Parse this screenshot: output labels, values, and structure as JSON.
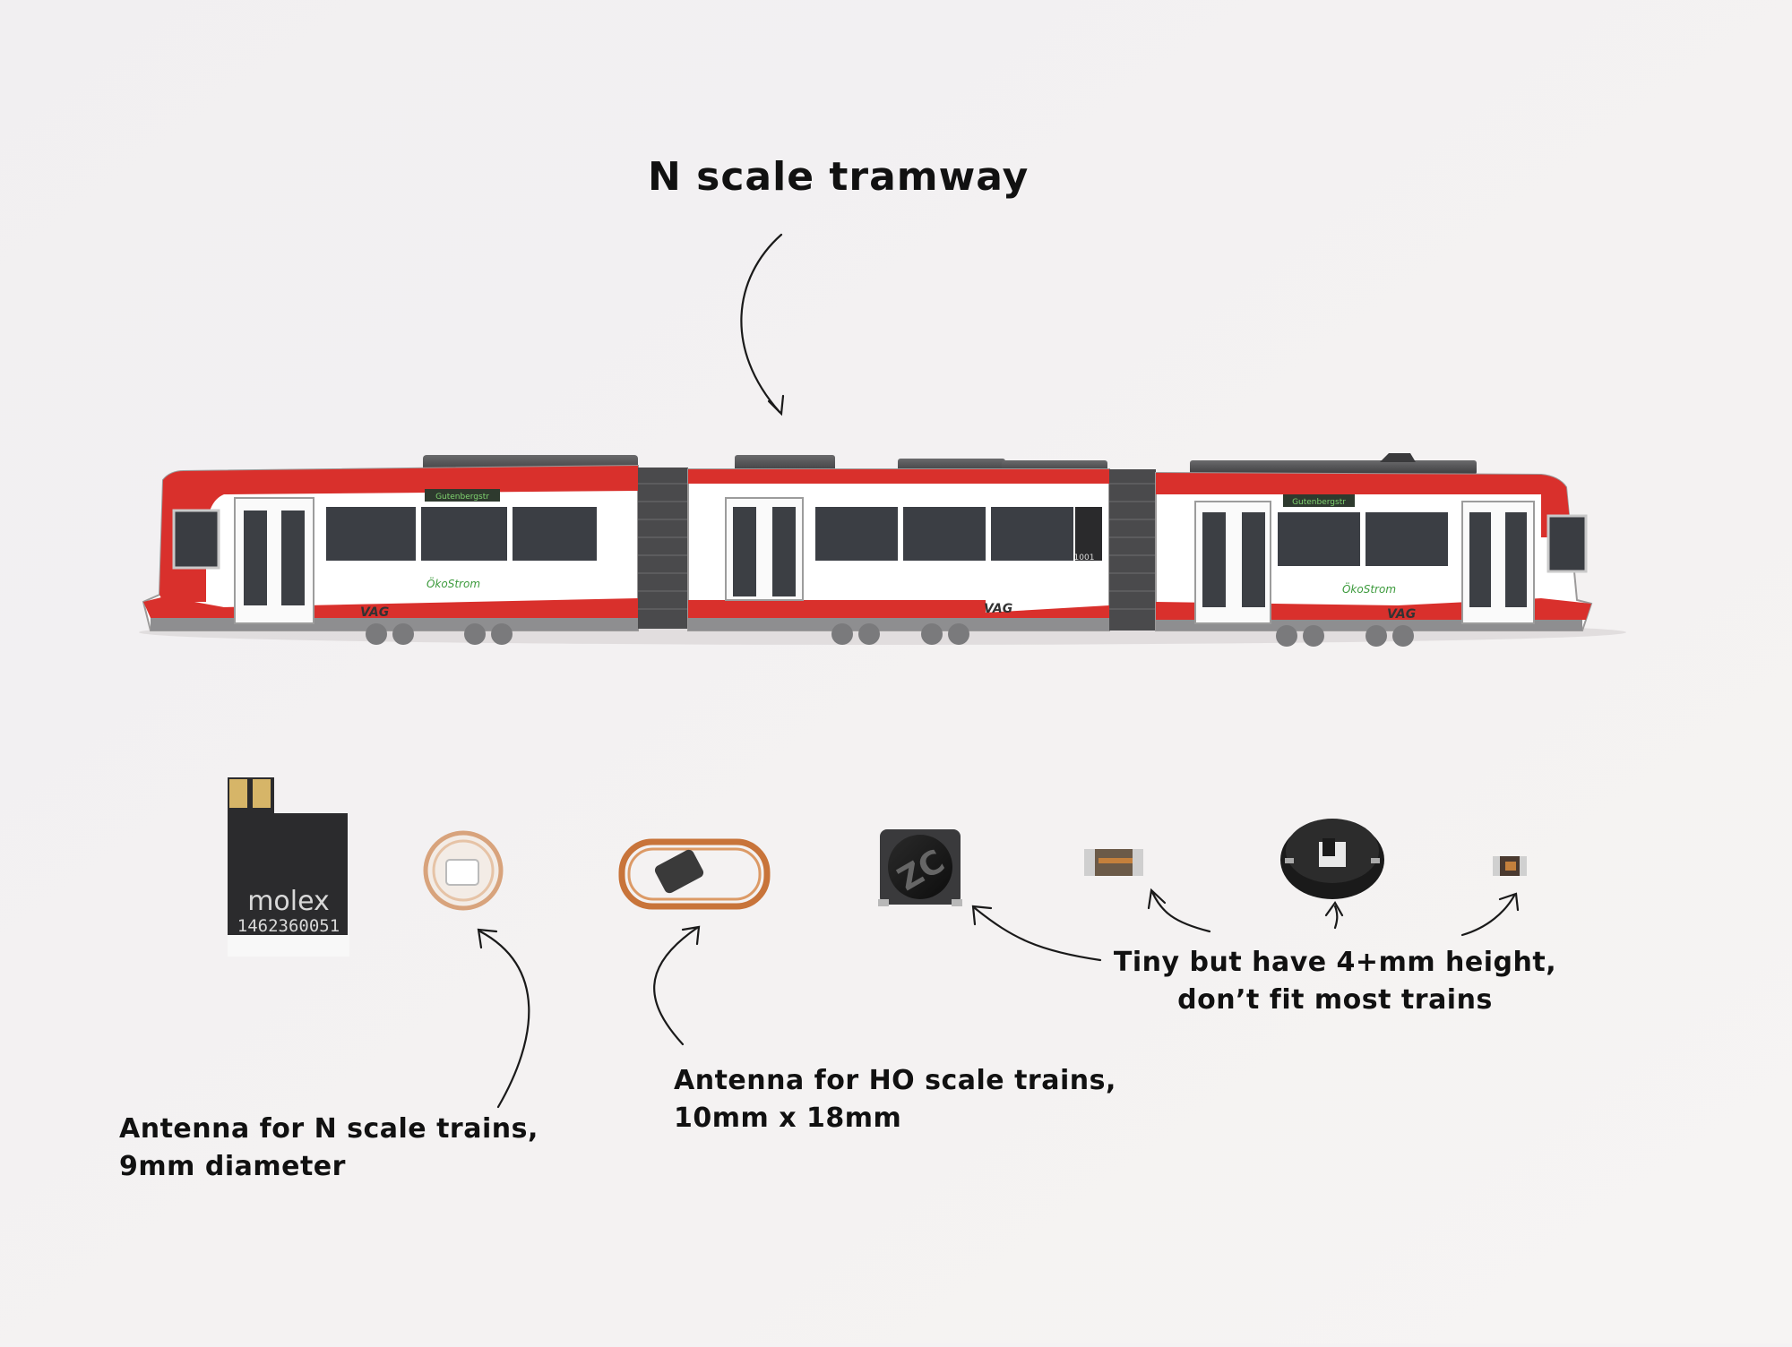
{
  "title": "N scale tramway",
  "labels": {
    "n_antenna": [
      "Antenna for N scale trains,",
      "9mm diameter"
    ],
    "ho_antenna": [
      "Antenna for HO scale trains,",
      "10mm x 18mm"
    ],
    "tiny": [
      "Tiny but have 4+mm height,",
      "don’t fit most trains"
    ]
  },
  "tram": {
    "destination_sign": "Gutenbergstr",
    "fleet_number": "1001",
    "brand": "VAG",
    "logo_text": "ÖkoStrom"
  },
  "molex": {
    "brand": "molex",
    "part_number": "1462360051"
  },
  "inductor_marking": "ZC",
  "colors": {
    "tram_red": "#d9302c",
    "background": "#f4f2f3",
    "copper": "#c8743a"
  }
}
